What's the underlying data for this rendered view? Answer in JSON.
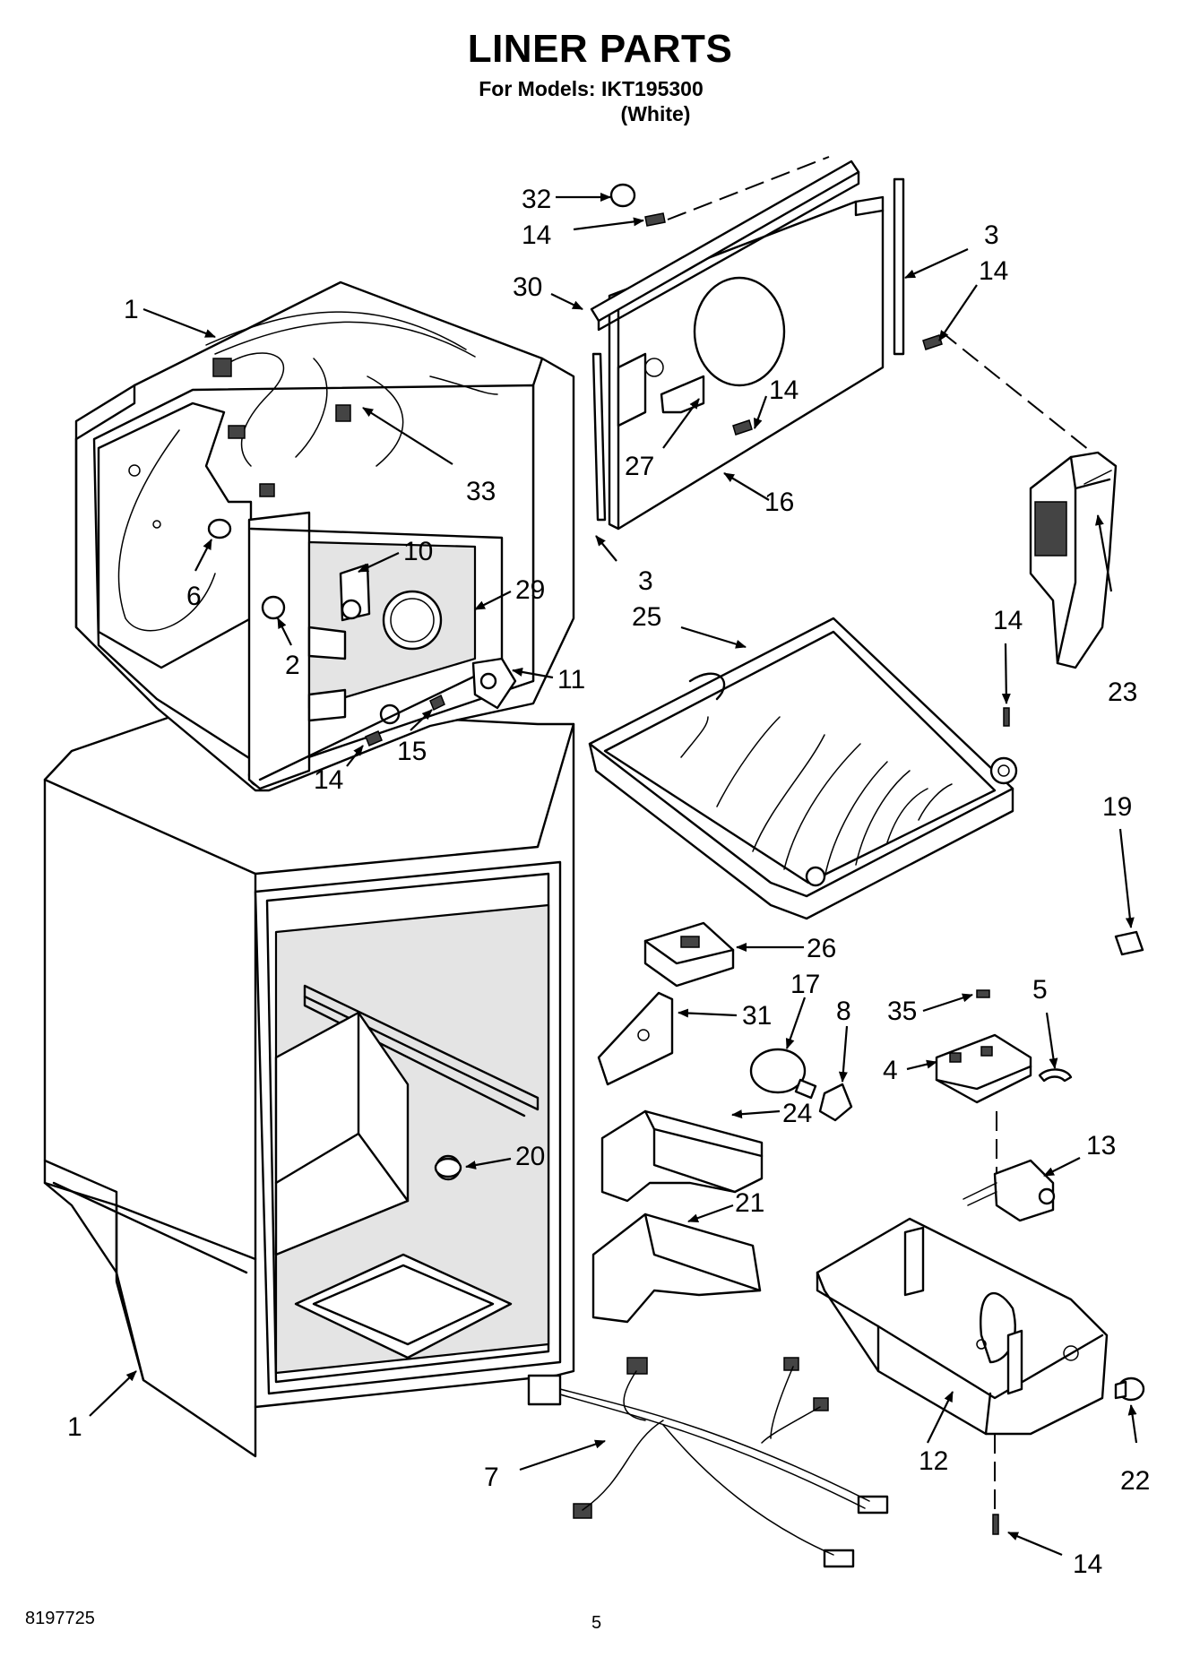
{
  "header": {
    "title": "LINER PARTS",
    "models_line": "For Models: IKT195300",
    "color_line": "(White)"
  },
  "footer": {
    "document_number": "8197725",
    "page_number": "5"
  },
  "callouts": {
    "c1a": "1",
    "c1b": "1",
    "c2": "2",
    "c3a": "3",
    "c3b": "3",
    "c4": "4",
    "c5": "5",
    "c6": "6",
    "c7": "7",
    "c8": "8",
    "c10": "10",
    "c11": "11",
    "c12": "12",
    "c13": "13",
    "c14a": "14",
    "c14b": "14",
    "c14c": "14",
    "c14d": "14",
    "c14e": "14",
    "c14f": "14",
    "c15": "15",
    "c16": "16",
    "c17": "17",
    "c19": "19",
    "c20": "20",
    "c21": "21",
    "c22": "22",
    "c23": "23",
    "c24": "24",
    "c25": "25",
    "c26": "26",
    "c27": "27",
    "c29": "29",
    "c30": "30",
    "c31": "31",
    "c32": "32",
    "c33": "33",
    "c35": "35"
  }
}
